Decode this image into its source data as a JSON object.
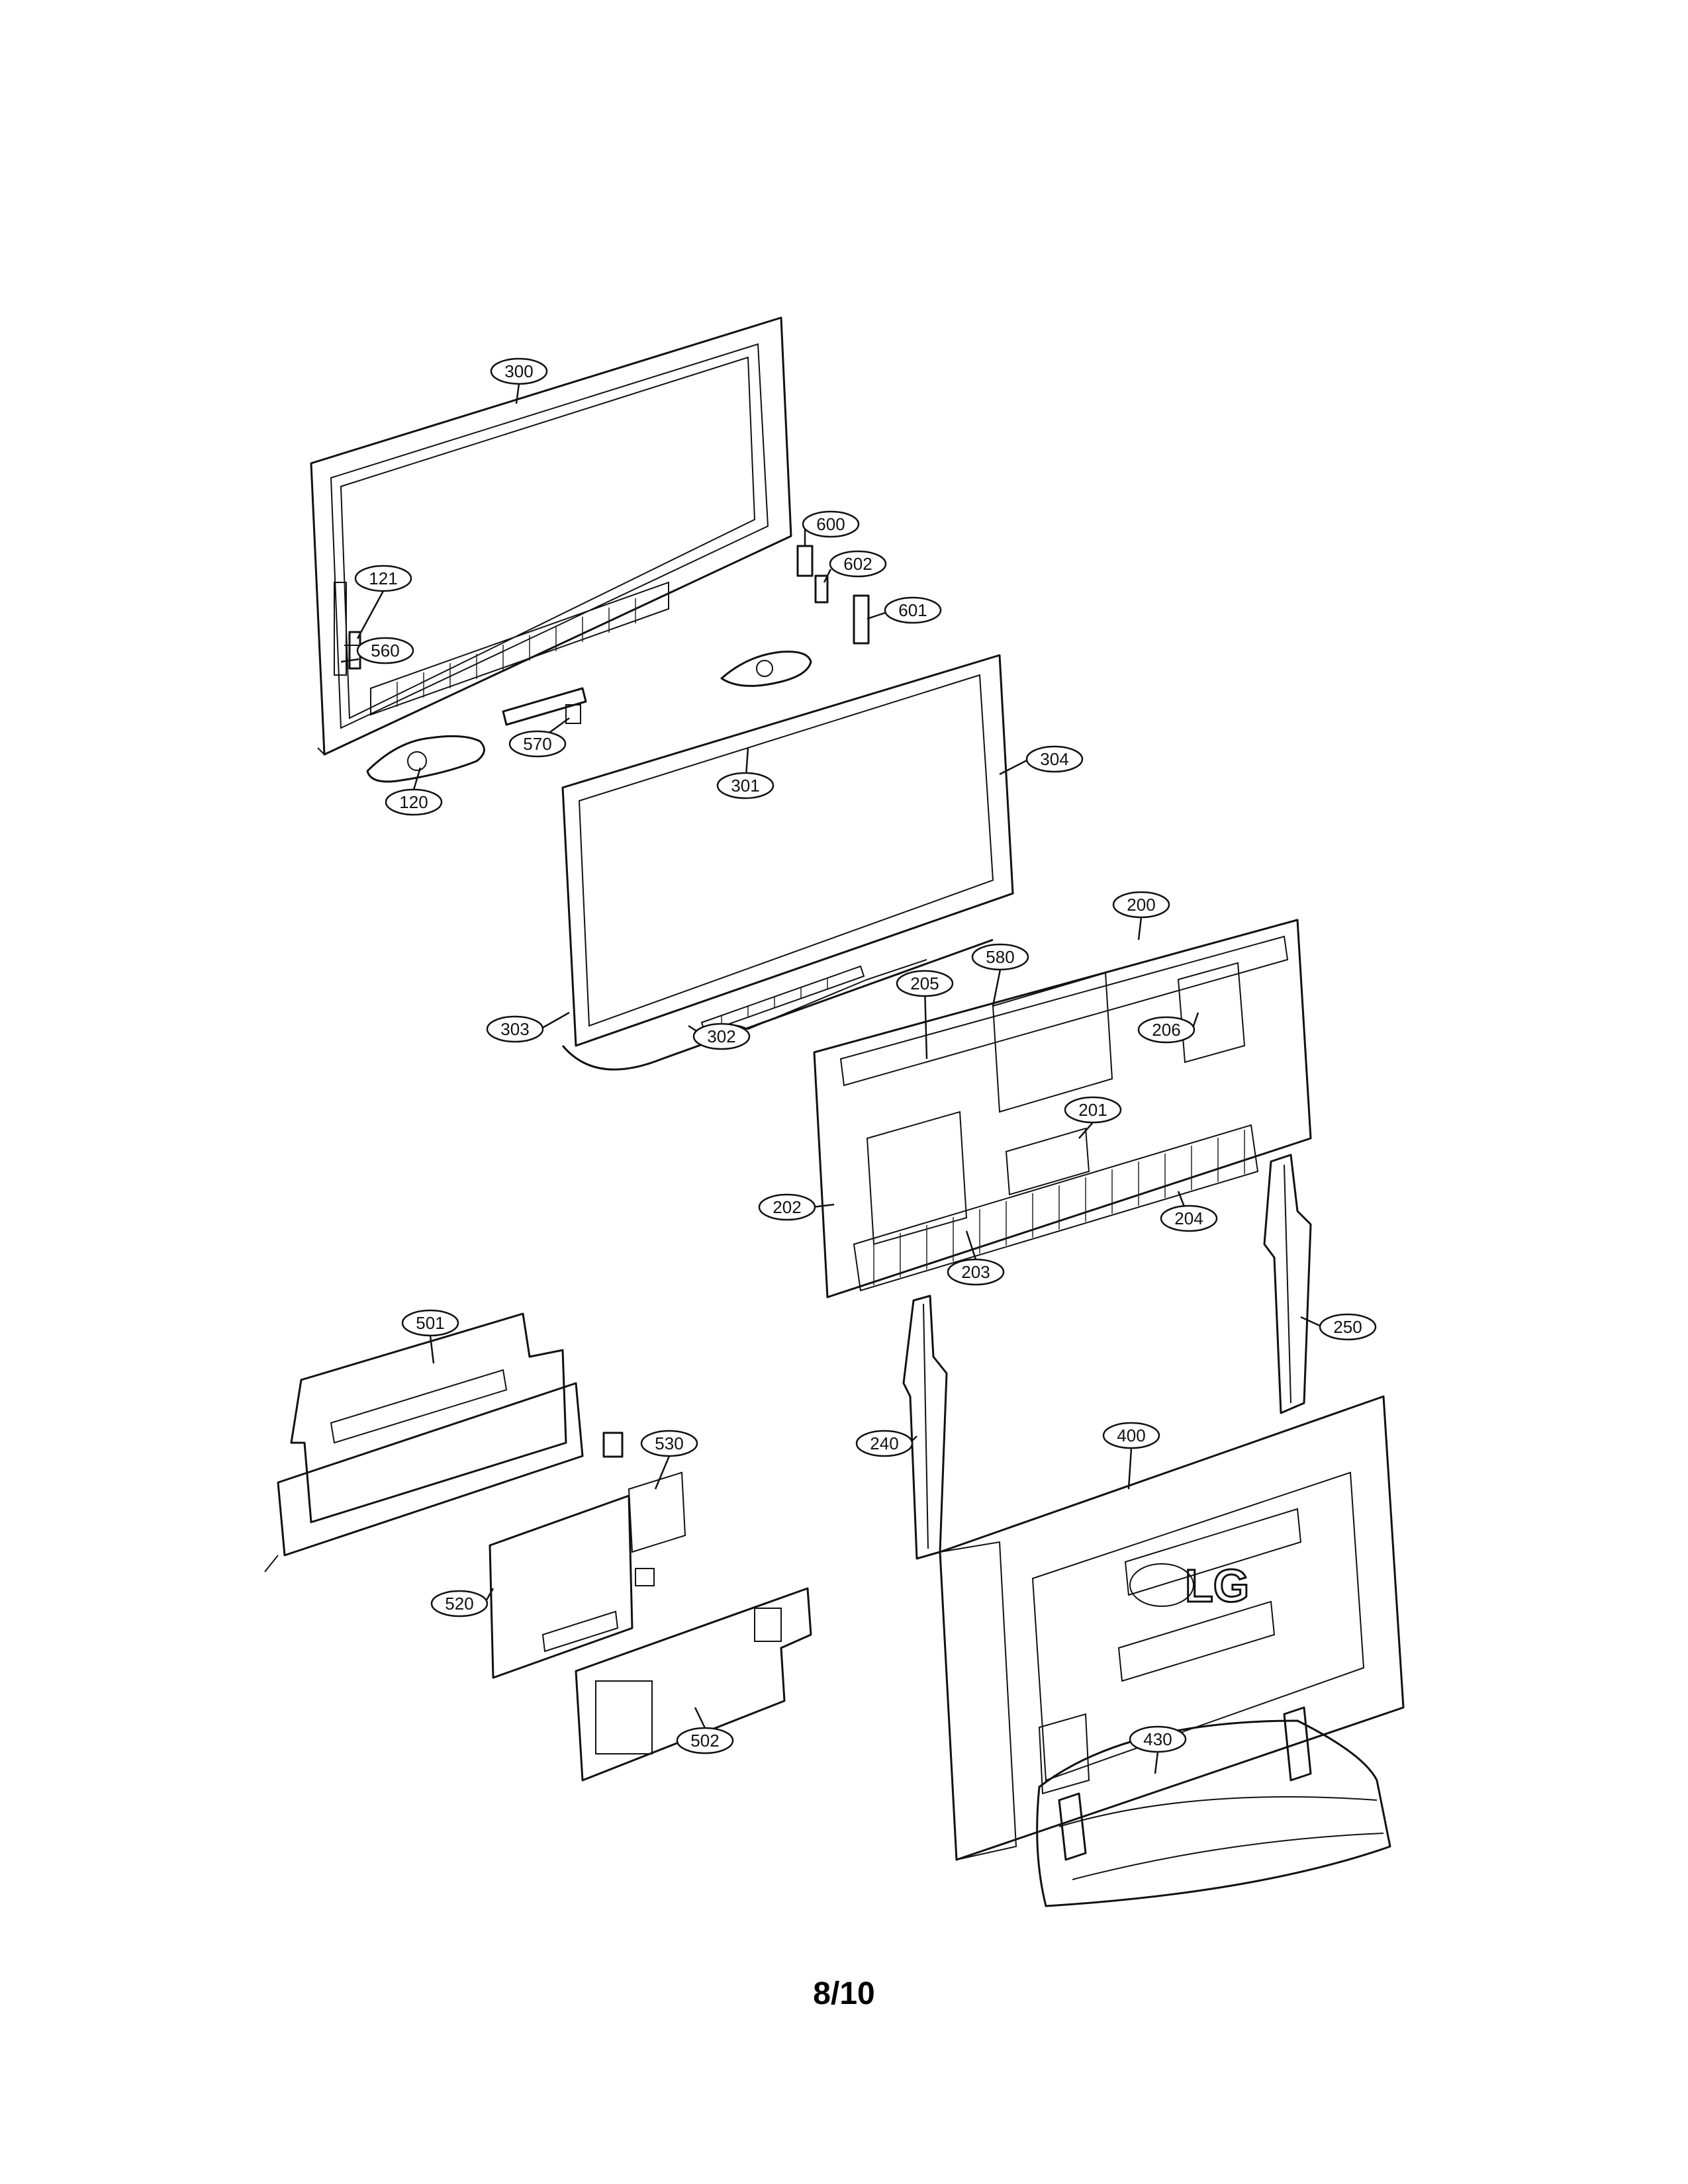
{
  "page_number": "8/10",
  "logo": "LG",
  "callouts": [
    {
      "id": "c300",
      "label": "300"
    },
    {
      "id": "c121",
      "label": "121"
    },
    {
      "id": "c560",
      "label": "560"
    },
    {
      "id": "c570",
      "label": "570"
    },
    {
      "id": "c120",
      "label": "120"
    },
    {
      "id": "c600",
      "label": "600"
    },
    {
      "id": "c602",
      "label": "602"
    },
    {
      "id": "c601",
      "label": "601"
    },
    {
      "id": "c304",
      "label": "304"
    },
    {
      "id": "c301",
      "label": "301"
    },
    {
      "id": "c303",
      "label": "303"
    },
    {
      "id": "c302",
      "label": "302"
    },
    {
      "id": "c200",
      "label": "200"
    },
    {
      "id": "c580",
      "label": "580"
    },
    {
      "id": "c205",
      "label": "205"
    },
    {
      "id": "c206",
      "label": "206"
    },
    {
      "id": "c201",
      "label": "201"
    },
    {
      "id": "c202",
      "label": "202"
    },
    {
      "id": "c204",
      "label": "204"
    },
    {
      "id": "c203",
      "label": "203"
    },
    {
      "id": "c250",
      "label": "250"
    },
    {
      "id": "c501",
      "label": "501"
    },
    {
      "id": "c530",
      "label": "530"
    },
    {
      "id": "c240",
      "label": "240"
    },
    {
      "id": "c400",
      "label": "400"
    },
    {
      "id": "c520",
      "label": "520"
    },
    {
      "id": "c502",
      "label": "502"
    },
    {
      "id": "c430",
      "label": "430"
    }
  ]
}
